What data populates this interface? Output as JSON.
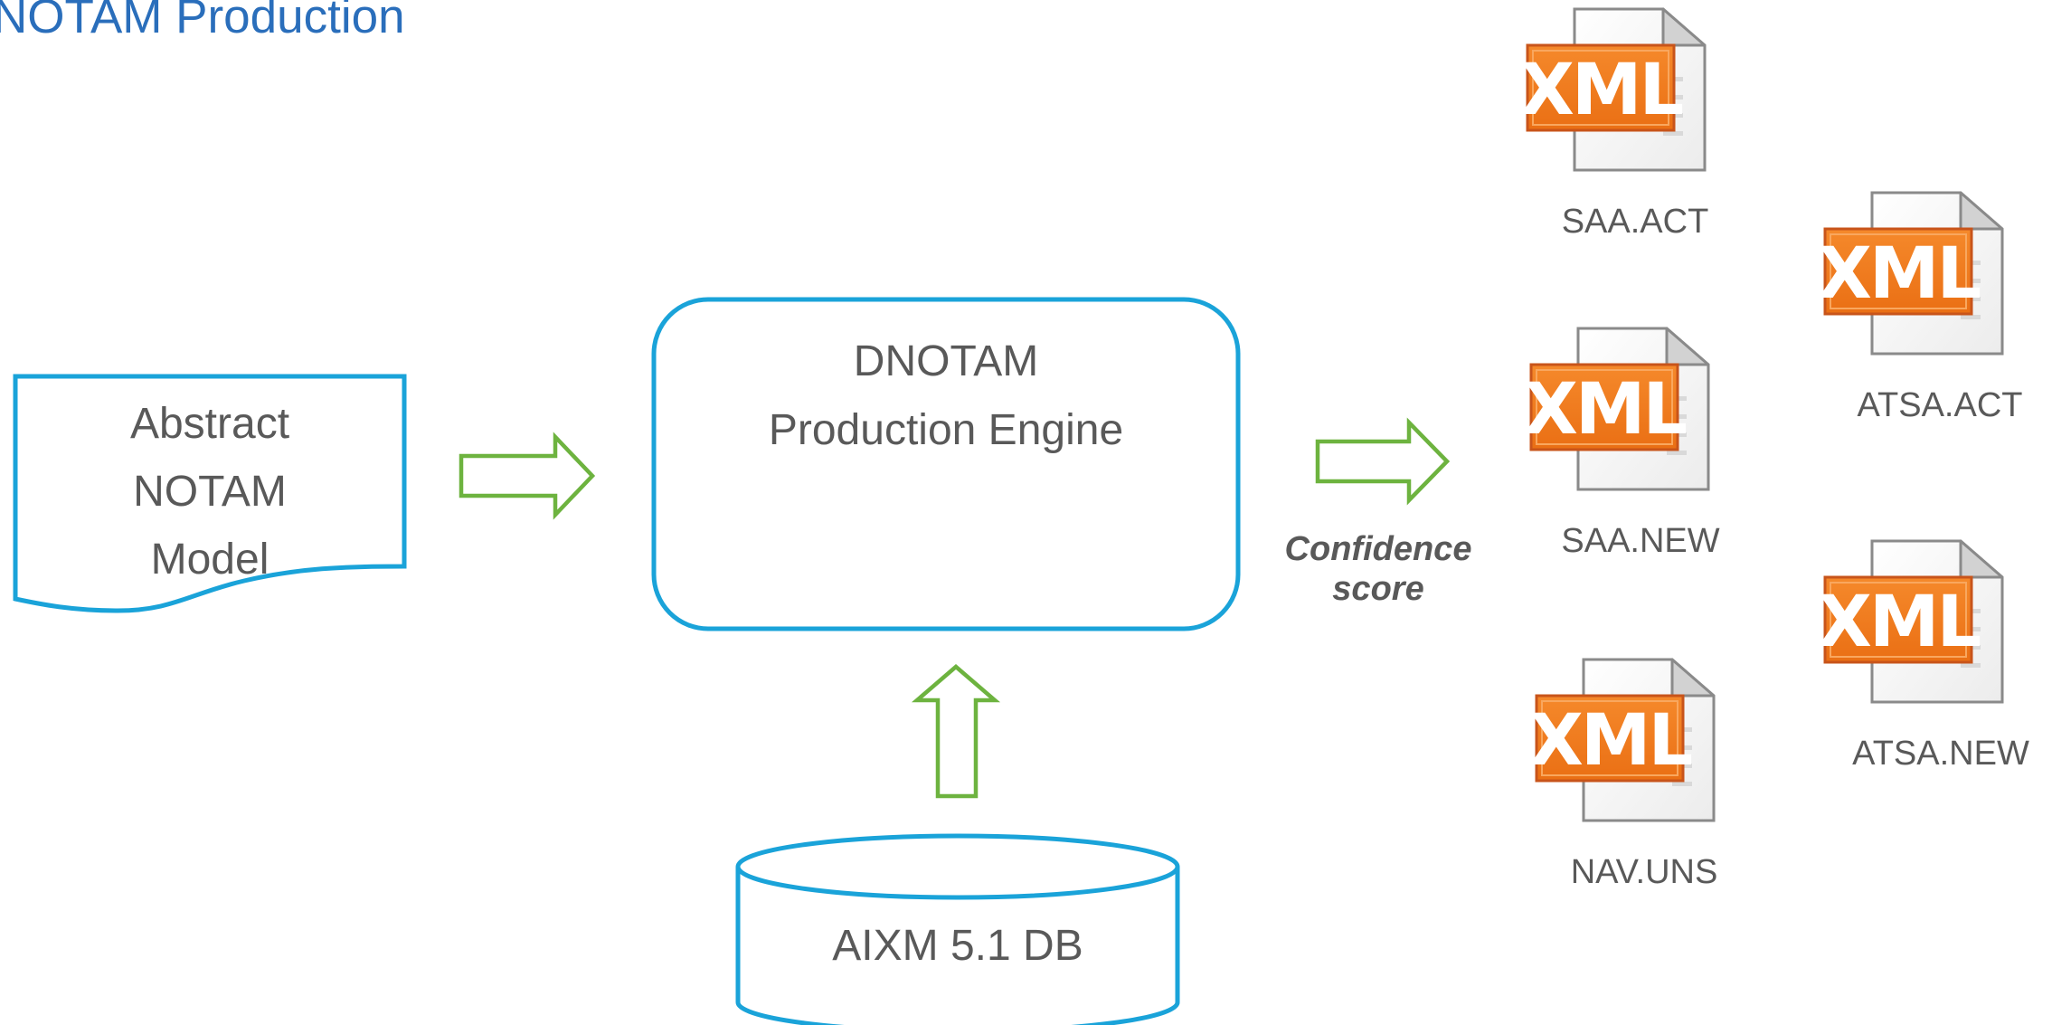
{
  "title": "NOTAM Production",
  "nodes": {
    "abstract_model": {
      "lines": [
        "Abstract",
        "NOTAM",
        "Model"
      ]
    },
    "engine": {
      "lines": [
        "DNOTAM",
        "Production Engine"
      ]
    },
    "database": {
      "label": "AIXM 5.1 DB"
    }
  },
  "connector_label": {
    "lines": [
      "Confidence",
      "score"
    ]
  },
  "xml_badge_text": "XML",
  "files": [
    {
      "label": "SAA.ACT"
    },
    {
      "label": "SAA.NEW"
    },
    {
      "label": "NAV.UNS"
    },
    {
      "label": "ATSA.ACT"
    },
    {
      "label": "ATSA.NEW"
    }
  ],
  "colors": {
    "title": "#2a6ebb",
    "outline": "#1aa3d9",
    "arrow": "#6db33f",
    "text": "#595959",
    "xml_badge": "#f07b1e",
    "xml_badge_border": "#c8541a"
  },
  "icons": {
    "file": "xml-file-icon",
    "arrow": "hollow-arrow-icon",
    "database": "database-cylinder-icon",
    "document": "document-wave-icon"
  }
}
